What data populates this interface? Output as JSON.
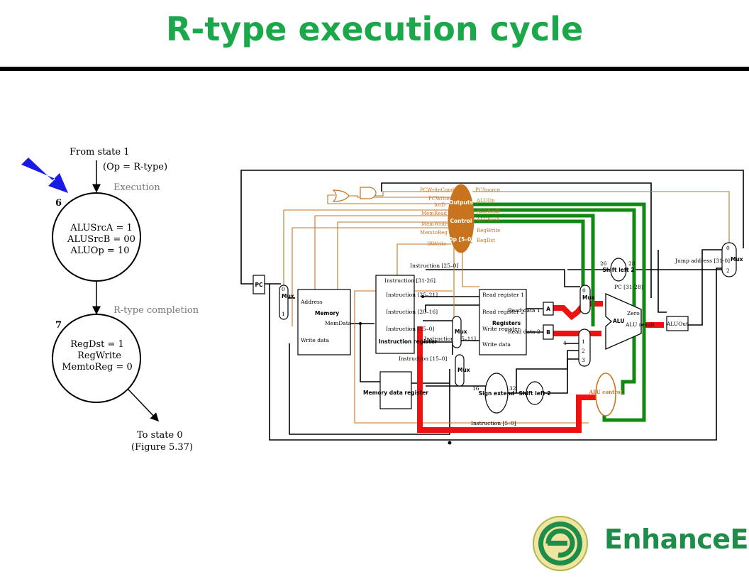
{
  "title": "R-type execution cycle",
  "fsm": {
    "from_state": "From state 1",
    "condition": "(Op = R-type)",
    "state6": {
      "number": "6",
      "phase": "Execution",
      "l1": "ALUSrcA = 1",
      "l2": "ALUSrcB = 00",
      "l3": "ALUOp = 10"
    },
    "state7": {
      "number": "7",
      "phase": "R-type completion",
      "l1": "RegDst = 1",
      "l2": "RegWrite",
      "l3": "MemtoReg = 0"
    },
    "to_state": "To state 0",
    "figure": "(Figure 5.37)"
  },
  "datapath": {
    "pc": "PC",
    "address": "Address",
    "memory": "Memory",
    "memdata": "MemData",
    "write_data": "Write data",
    "instr_31_26": "Instruction [31-26]",
    "instr_25_21": "Instruction [25–21]",
    "instr_20_16": "Instruction [20–16]",
    "instr_15_0": "Instruction [15–0]",
    "instruction_register": "Instruction register",
    "instr_25_0": "Instruction [25–0]",
    "instr_15_11": "Instruction [15–11]",
    "instr_15_0b": "Instruction [15–0]",
    "instr_5_0": "Instruction [5–0]",
    "mdr": "Memory data register",
    "read_reg1": "Read register 1",
    "read_reg2": "Read register 2",
    "write_register": "Write register",
    "write_data2": "Write data",
    "registers": "Registers",
    "read_data1": "Read data 1",
    "read_data2": "Read data 2",
    "a": "A",
    "b": "B",
    "alu": "ALU",
    "zero": "Zero",
    "alu_result": "ALU result",
    "aluout": "ALUOut",
    "alu_control": "ALU control",
    "sign_extend": "Sign extend",
    "shift_left2": "Shift left 2",
    "w16": "16",
    "w32": "32",
    "w26": "26",
    "w28": "28",
    "pc_31_28": "PC [31-28]",
    "jump_address": "Jump address [31-0]",
    "mux": "Mux",
    "control": "Control",
    "outputs": "Outputs",
    "op": "Op [5–0]",
    "pcwritecond": "PCWriteCond",
    "pcwrite": "PCWrite",
    "iord": "IorD",
    "memread": "MemRead",
    "memwrite": "MemWrite",
    "memtoreg": "MemtoReg",
    "irwrite": "IRWrite",
    "pcsource": "PCSource",
    "aluop": "ALUOp",
    "alusrcb": "ALUSrcB",
    "alusrca": "ALUSrcA",
    "regwrite": "RegWrite",
    "regdst": "RegDst",
    "n0": "0",
    "n1": "1",
    "n2": "2",
    "n3": "3",
    "n4": "4"
  },
  "brand": {
    "name": "EnhanceEdu"
  },
  "colors": {
    "title": "#1aa84a",
    "control": "#c8731e",
    "highlight_red": "#ee1111",
    "highlight_green": "#118811",
    "arrow": "#1a1ae6",
    "brand": "#1d8d49"
  }
}
